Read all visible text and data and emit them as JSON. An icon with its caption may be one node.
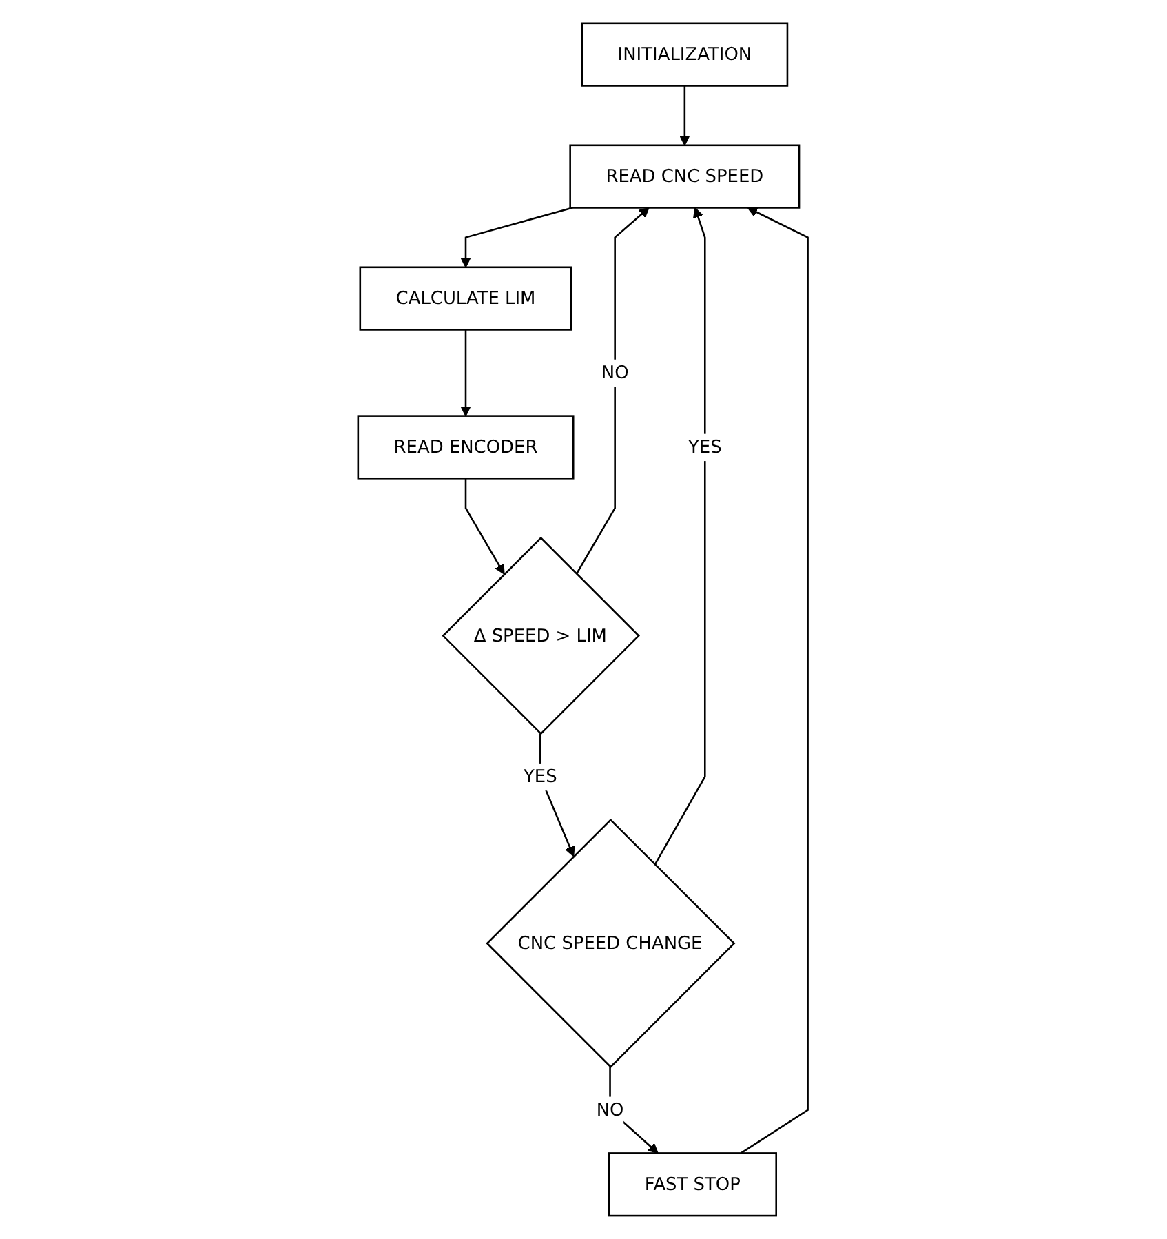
{
  "diagram": {
    "nodes": [
      {
        "text": [
          "INITIALIZATION"
        ]
      },
      {
        "text": [
          "READ CNC SPEED"
        ]
      },
      {
        "text": [
          "CALCULATE LIM"
        ]
      },
      {
        "text": [
          "READ ENCODER"
        ]
      },
      {
        "text": [
          "Δ SPEED > LIM"
        ]
      },
      {
        "text": [
          "CNC SPEED CHANGE"
        ]
      },
      {
        "text": [
          "FAST STOP"
        ]
      }
    ],
    "edges": [
      {
        "from": 0,
        "to": 1,
        "arrow": "to"
      },
      {
        "from": 1,
        "to": 2,
        "arrow": "to"
      },
      {
        "from": 2,
        "to": 3,
        "arrow": "to"
      },
      {
        "from": 3,
        "to": 4,
        "arrow": "to"
      },
      {
        "from": 4,
        "to": 1,
        "label": "NO",
        "arrow": "to"
      },
      {
        "from": 4,
        "to": 5,
        "label": "YES",
        "arrow": "to"
      },
      {
        "from": 5,
        "to": 1,
        "label": "YES",
        "arrow": "to"
      },
      {
        "from": 5,
        "to": 6,
        "label": "NO",
        "arrow": "to"
      },
      {
        "from": 6,
        "to": 1,
        "arrow": "to"
      }
    ]
  }
}
